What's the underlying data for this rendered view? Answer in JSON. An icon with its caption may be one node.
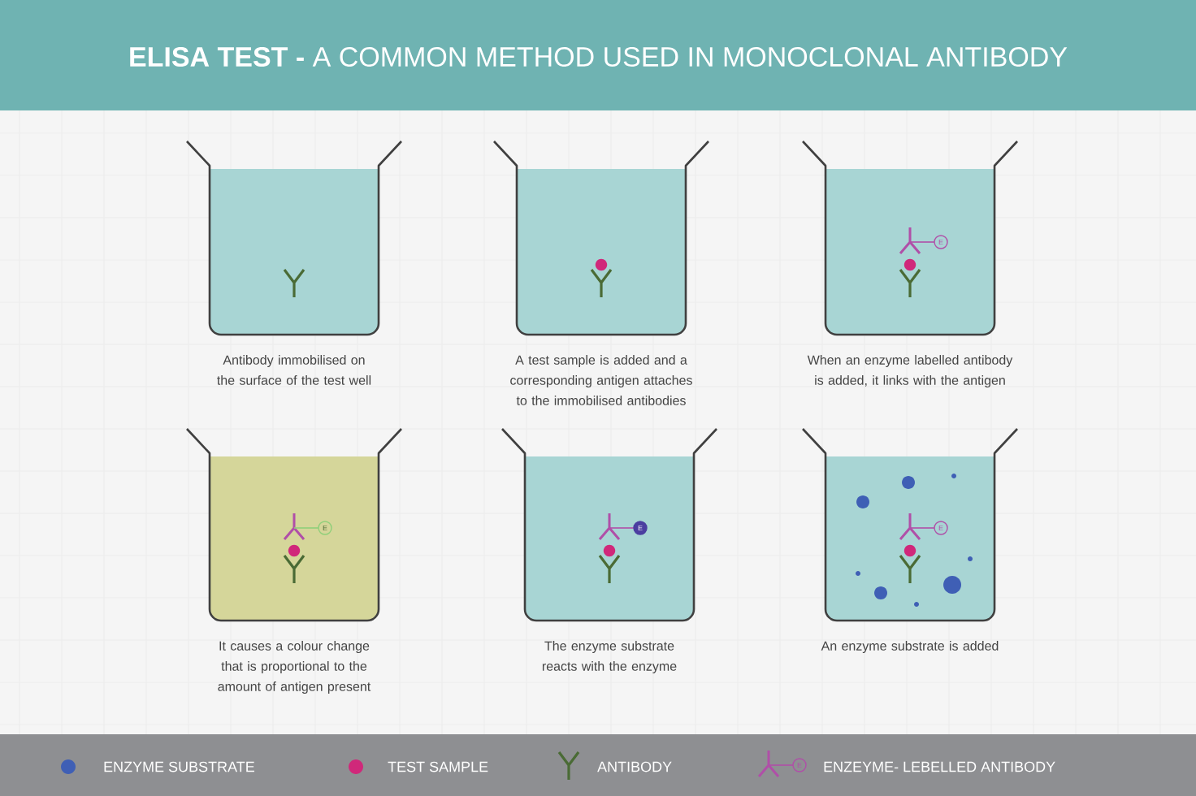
{
  "diagram": {
    "title": "**ELISA TEST -** A COMMON METHOD USED IN MONOCLONAL ANTIBODY",
    "nodes": [
      {
        "text": [],
        "shape": "picture",
        "beside": [
          "Antibody immobilised on the surface of the test well"
        ]
      },
      {
        "text": [],
        "shape": "picture",
        "beside": [
          "A test sample is added and a corresponding antigen attaches to the immobilised antibodies"
        ]
      },
      {
        "text": [],
        "shape": "picture",
        "beside": [
          "When an enzyme labelled antibody is added, it links with the antigen"
        ]
      },
      {
        "text": [],
        "shape": "picture",
        "beside": [
          "It causes a colour change that is proportional to the amount of antigen present"
        ]
      },
      {
        "text": [],
        "shape": "picture",
        "beside": [
          "The enzyme substrate reacts with the enzyme"
        ]
      },
      {
        "text": [],
        "shape": "picture",
        "beside": [
          "An enzyme substrate is added"
        ]
      }
    ],
    "labels": [
      "E",
      "E",
      "E",
      "E",
      "E"
    ],
    "legend": [
      {
        "text": "ENZYME SUBSTRATE",
        "color": "#3f5fb5"
      },
      {
        "text": "TEST SAMPLE",
        "color": "#d0287a"
      },
      {
        "text": "ANTIBODY"
      },
      {
        "text": "ENZEYME- LEBELLED ANTIBODY"
      }
    ]
  }
}
